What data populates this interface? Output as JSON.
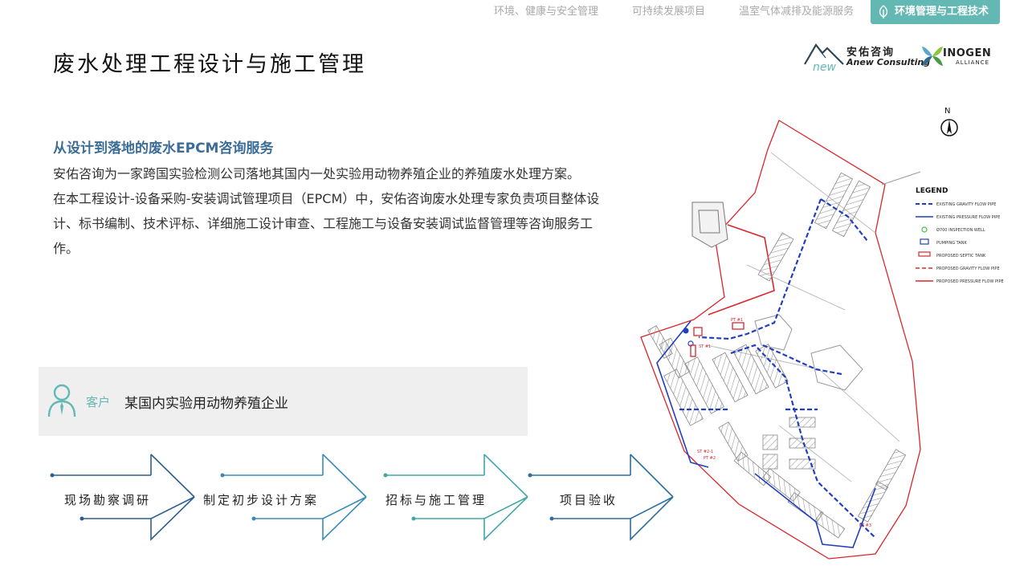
{
  "nav": {
    "items": [
      "环境、健康与安全管理",
      "可持续发展项目",
      "温室气体减排及能源服务"
    ],
    "active": "环境管理与工程技术"
  },
  "page_title": "废水处理工程设计与施工管理",
  "logos": {
    "anew_cn": "安佑咨询",
    "anew_en": "Anew Consulting",
    "anew_script": "new",
    "inogen": "INOGEN",
    "inogen_sub": "ALLIANCE"
  },
  "intro": {
    "subtitle": "从设计到落地的废水EPCM咨询服务",
    "p1": "安佑咨询为一家跨国实验检测公司落地其国内一处实验用动物养殖企业的养殖废水处理方案。",
    "p2": "在本工程设计-设备采购-安装调试管理项目（EPCM）中，安佑咨询废水处理专家负责项目整体设计、标书编制、技术评标、详细施工设计审查、工程施工与设备安装调试监督管理等咨询服务工作。"
  },
  "client": {
    "label": "客户",
    "name": "某国内实验用动物养殖企业"
  },
  "steps": [
    "现场勘察调研",
    "制定初步设计方案",
    "招标与施工管理",
    "项目验收"
  ],
  "colors": {
    "teal": "#63b8b4",
    "blue": "#3b6d97",
    "step1": "#2c5f8e",
    "step2": "#3a8bb8",
    "step3": "#41a8a6",
    "step4": "#2c6fa0"
  },
  "map": {
    "compass": "N",
    "legend_title": "LEGEND",
    "legend": [
      "EXISTING GRAVITY FLOW PIPE",
      "EXISTING PRESSURE FLOW PIPE",
      "Ø700 INSPECTION WELL",
      "PUMPING TANK",
      "PROPOSED SEPTIC TANK",
      "PROPOSED GRAVITY FLOW PIPE",
      "PROPOSED PRESSURE FLOW PIPE"
    ],
    "labels": [
      "ST #1",
      "PT #1",
      "PT #2",
      "ST #2-1",
      "PT #3"
    ]
  }
}
